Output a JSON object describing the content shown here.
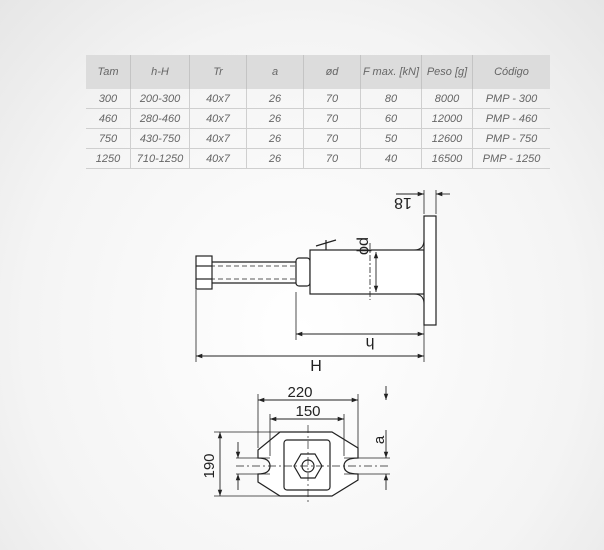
{
  "table": {
    "headers": [
      "Tam",
      "h-H",
      "Tr",
      "a",
      "ød",
      "F max. [kN]",
      "Peso [g]",
      "Código"
    ],
    "rows": [
      [
        "300",
        "200-300",
        "40x7",
        "26",
        "70",
        "80",
        "8000",
        "PMP - 300"
      ],
      [
        "460",
        "280-460",
        "40x7",
        "26",
        "70",
        "60",
        "12000",
        "PMP - 460"
      ],
      [
        "750",
        "430-750",
        "40x7",
        "26",
        "70",
        "50",
        "12600",
        "PMP - 750"
      ],
      [
        "1250",
        "710-1250",
        "40x7",
        "26",
        "70",
        "40",
        "16500",
        "PMP - 1250"
      ]
    ]
  },
  "drawing": {
    "side_view": {
      "dim_phi_d": "ϕd",
      "dim_18": "18",
      "dim_h": "h",
      "dim_H": "H"
    },
    "top_view": {
      "dim_220": "220",
      "dim_150": "150",
      "dim_190": "190",
      "dim_a": "a"
    }
  }
}
